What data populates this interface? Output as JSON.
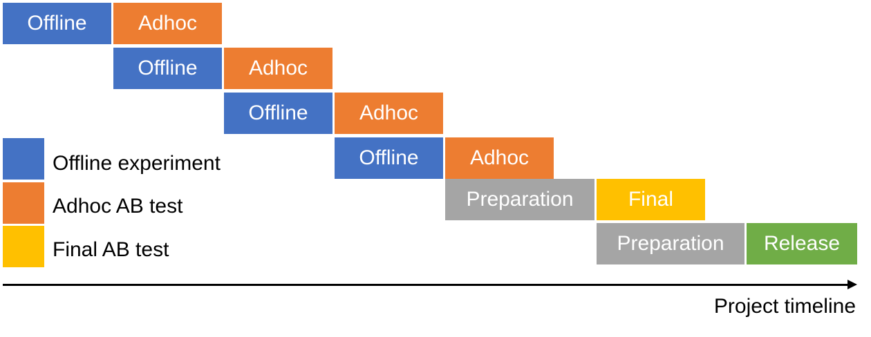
{
  "colors": {
    "offline": "#4472C4",
    "adhoc": "#ED7D31",
    "preparation": "#A5A5A5",
    "final": "#FFC000",
    "release": "#70AD47"
  },
  "rows": [
    {
      "cells": [
        "Offline",
        "Adhoc"
      ]
    },
    {
      "cells": [
        "Offline",
        "Adhoc"
      ]
    },
    {
      "cells": [
        "Offline",
        "Adhoc"
      ]
    },
    {
      "cells": [
        "Offline",
        "Adhoc"
      ]
    },
    {
      "cells": [
        "Preparation",
        "Final"
      ]
    },
    {
      "cells": [
        "Preparation",
        "Release"
      ]
    }
  ],
  "legend": [
    {
      "label": "Offline experiment",
      "color": "#4472C4"
    },
    {
      "label": "Adhoc AB test",
      "color": "#ED7D31"
    },
    {
      "label": "Final AB test",
      "color": "#FFC000"
    }
  ],
  "axis": {
    "label": "Project timeline"
  }
}
